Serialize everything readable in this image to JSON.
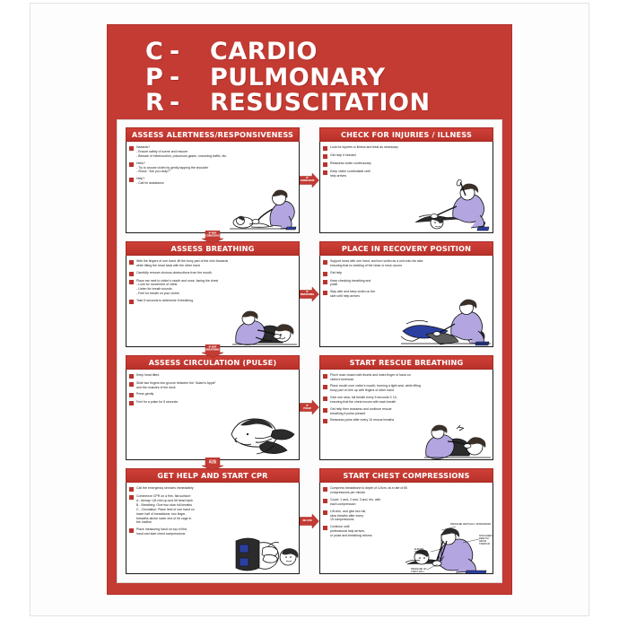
{
  "poster": {
    "title_lines": [
      {
        "letter": "C",
        "dash": "-",
        "word": "CARDIO"
      },
      {
        "letter": "P",
        "dash": "-",
        "word": "PULMONARY"
      },
      {
        "letter": "R",
        "dash": "-",
        "word": "RESUSCITATION"
      }
    ],
    "colors": {
      "poster_red": "#c33b33",
      "header_red": "#b83129",
      "bullet_red": "#b8332c",
      "sheet_white": "#fcfcfc",
      "text_black": "#1a1a1a",
      "figure_purple": "#b3a6e0",
      "figure_blue": "#2b3fa0",
      "figure_dark": "#3a3a3a"
    }
  },
  "panels": [
    {
      "id": "assess-alertness",
      "title": "ASSESS ALERTNESS/RESPONSIVENESS",
      "bullets": [
        {
          "text": "Hazards?\n- Ensure safety of scene and rescuer\n- Beware of electrocution, poisonous gases, oncoming traffic, etc."
        },
        {
          "text": "Hello?\n- Try to arouse victim by gently tapping the shoulder\n- Shout: \"Are you okay?\""
        },
        {
          "text": "Help?\n- Call for assistance"
        }
      ],
      "illustration": "rescuer-tapping-shoulder"
    },
    {
      "id": "check-injuries",
      "title": "CHECK FOR INJURIES / ILLNESS",
      "bullets": [
        {
          "text": "Look for injuries or illness and treat as necessary"
        },
        {
          "text": "Get help if needed"
        },
        {
          "text": "Reassess victim continuously"
        },
        {
          "text": "Keep victim comfortable until\nhelp arrives"
        }
      ],
      "illustration": "rescuer-examining-victim"
    },
    {
      "id": "assess-breathing",
      "title": "ASSESS BREATHING",
      "bullets": [
        {
          "text": "With the fingers of one hand, lift the bony part of the chin forwards\nwhile tilting the head back with the other hand"
        },
        {
          "text": "Carefully remove obvious obstructions from the mouth"
        },
        {
          "text": "Place ear next to victim's mouth and nose, facing the chest\n- Look for movement of chest\n- Listen for breath sounds\n- Feel for breath on your cheek"
        },
        {
          "text": "Take 5 seconds to determine if breathing"
        }
      ],
      "illustration": "rescuer-look-listen-feel"
    },
    {
      "id": "recovery-position",
      "title": "PLACE IN RECOVERY POSITION",
      "bullets": [
        {
          "text": "Support head with one hand, and turn victim as a unit onto his side,\nensuring that no twisting of the head or neck occurs"
        },
        {
          "text": "Get help"
        },
        {
          "text": "Keep checking breathing and\npulse"
        },
        {
          "text": "Stay with and keep victim on the\nside until help arrives"
        }
      ],
      "illustration": "victim-recovery-position"
    },
    {
      "id": "assess-circulation",
      "title": "ASSESS CIRCULATION (PULSE)",
      "bullets": [
        {
          "text": "Keep head tilted"
        },
        {
          "text": "Slide two fingers into groove between the \"Adam's Apple\"\nand the muscles of the neck"
        },
        {
          "text": "Press gently"
        },
        {
          "text": "Feel for a pulse for 5 seconds"
        }
      ],
      "illustration": "carotid-pulse-check"
    },
    {
      "id": "rescue-breathing",
      "title": "START RESCUE BREATHING",
      "bullets": [
        {
          "text": "Pinch nose closed with thumb and index finger of hand on\nvictim's forehead"
        },
        {
          "text": "Place mouth over victim's mouth, forming a tight seal, while lifting\nbony part of chin up with fingers of other hand"
        },
        {
          "text": "Give one slow, full breath every 5 seconds X 10,\nensuring that the chest moves with each breath"
        },
        {
          "text": "Get help then reassess and continue rescue\nbreathing if pulse present"
        },
        {
          "text": "Reassess pulse after every 10 rescue breaths"
        }
      ],
      "illustration": "mouth-to-mouth"
    },
    {
      "id": "get-help-start-cpr",
      "title": "GET HELP AND START CPR",
      "bullets": [
        {
          "text": "Call the emergency services immediately"
        },
        {
          "text": "Commence CPR on a firm, flat surface:\nA - Airway: Lift chin up and tilt head back\nB - Breathing: Give two slow full breaths\nC - Circulation: Place heel of one hand on\n     lower half of breastbone, two finger-\n     breadths above lower end of rib cage in\n     the midline"
        },
        {
          "text": "Place measuring hand on top of first\nhand and start chest compressions"
        }
      ],
      "illustration": "hand-placement-compressions"
    },
    {
      "id": "chest-compressions",
      "title": "START CHEST COMPRESSIONS",
      "bullets": [
        {
          "text": "Compress breastbone to depth of 4-5cm, at a rate of 80\ncompressions per minute"
        },
        {
          "text": "Count: 1 and, 2 and, 3 and, etc. with\neach compression"
        },
        {
          "text": "Lift chin, and give two full,\nslow breaths after every\n15 compressions"
        },
        {
          "text": "Continue until\nprofessional help arrives,\nor pulse and breathing returns"
        }
      ],
      "illustration": "chest-compression-technique",
      "illustration_labels": [
        "PRESSURE VERTICALLY DOWNWARDS",
        "SHOULDERS DIRECTLY ABOVE STERNUM",
        "ELBOWS STRAIGHT",
        "PRESSURE ON CHEST WALL"
      ]
    }
  ],
  "arrows": [
    {
      "id": "arrow-if-conscious",
      "direction": "right",
      "label": "IF\nCONSCIOUS"
    },
    {
      "id": "arrow-if-not-conscious",
      "direction": "down",
      "label": "IF NOT\nCONSCIOUS"
    },
    {
      "id": "arrow-if-breathing",
      "direction": "right",
      "label": "IF\nBREATHING"
    },
    {
      "id": "arrow-if-not-breathing",
      "direction": "down",
      "label": "IF NOT\nBREATHING"
    },
    {
      "id": "arrow-if-pulse",
      "direction": "right",
      "label": "IF\nPULSE"
    },
    {
      "id": "arrow-if-no-pulse",
      "direction": "down",
      "label": "IF NO\nPULSE"
    },
    {
      "id": "arrow-do-cpr",
      "direction": "right",
      "label": "DO CPR"
    }
  ]
}
